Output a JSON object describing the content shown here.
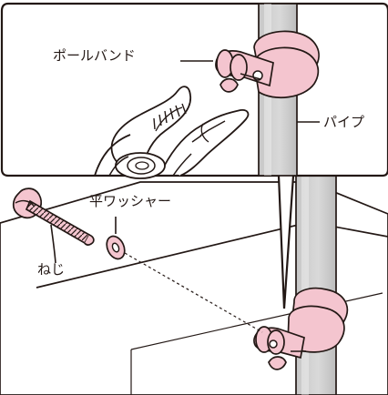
{
  "labels": {
    "pole_band": "ポールバンド",
    "pipe": "パイプ",
    "washer": "平ワッシャー",
    "screw": "ねじ"
  },
  "colors": {
    "pink": "#f4c5cf",
    "pink_shadow": "#e7a5b6",
    "gray_pipe": "#d7d7d7",
    "gray_pipe_shadow": "#bdbdbd",
    "outline": "#231815"
  },
  "icons": [
    "pole-band-icon",
    "pipe-icon",
    "pliers-icon",
    "screw-icon",
    "washer-icon",
    "box-icon"
  ]
}
